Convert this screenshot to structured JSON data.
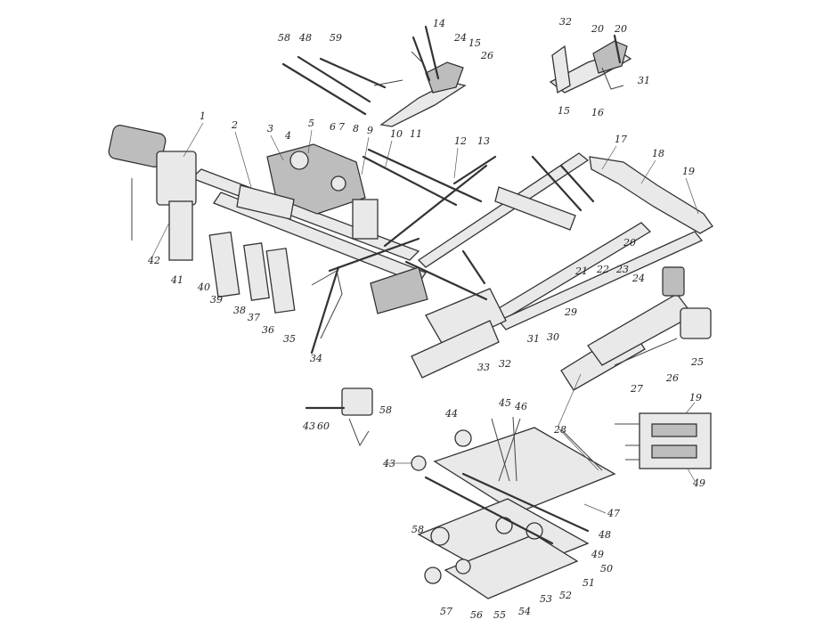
{
  "callouts": [
    {
      "id": "c1",
      "text": "1"
    },
    {
      "id": "c2",
      "text": "2"
    },
    {
      "id": "c3",
      "text": "3"
    },
    {
      "id": "c4",
      "text": "4"
    },
    {
      "id": "c5",
      "text": "5"
    },
    {
      "id": "c6",
      "text": "6"
    },
    {
      "id": "c7",
      "text": "7"
    },
    {
      "id": "c8",
      "text": "8"
    },
    {
      "id": "c9",
      "text": "9"
    },
    {
      "id": "c10",
      "text": "10"
    },
    {
      "id": "c11",
      "text": "11"
    },
    {
      "id": "c12",
      "text": "12"
    },
    {
      "id": "c13",
      "text": "13"
    },
    {
      "id": "c14",
      "text": "14"
    },
    {
      "id": "c15",
      "text": "15"
    },
    {
      "id": "c16",
      "text": "16"
    },
    {
      "id": "c17",
      "text": "17"
    },
    {
      "id": "c18",
      "text": "18"
    },
    {
      "id": "c19",
      "text": "19"
    },
    {
      "id": "c20",
      "text": "20"
    },
    {
      "id": "c21",
      "text": "21"
    },
    {
      "id": "c22",
      "text": "22"
    },
    {
      "id": "c23",
      "text": "23"
    },
    {
      "id": "c24",
      "text": "24"
    },
    {
      "id": "c25",
      "text": "25"
    },
    {
      "id": "c26",
      "text": "26"
    },
    {
      "id": "c27",
      "text": "27"
    },
    {
      "id": "c28",
      "text": "28"
    },
    {
      "id": "c29",
      "text": "29"
    },
    {
      "id": "c30",
      "text": "30"
    },
    {
      "id": "c31",
      "text": "31"
    },
    {
      "id": "c32",
      "text": "32"
    },
    {
      "id": "c33",
      "text": "33"
    },
    {
      "id": "c34",
      "text": "34"
    },
    {
      "id": "c35",
      "text": "35"
    },
    {
      "id": "c36",
      "text": "36"
    },
    {
      "id": "c37",
      "text": "37"
    },
    {
      "id": "c38",
      "text": "38"
    },
    {
      "id": "c39",
      "text": "39"
    },
    {
      "id": "c40",
      "text": "40"
    },
    {
      "id": "c41",
      "text": "41"
    },
    {
      "id": "c42",
      "text": "42"
    },
    {
      "id": "c43",
      "text": "43"
    },
    {
      "id": "c44",
      "text": "44"
    },
    {
      "id": "c45",
      "text": "45"
    },
    {
      "id": "c46",
      "text": "46"
    },
    {
      "id": "c47",
      "text": "47"
    },
    {
      "id": "c48",
      "text": "48"
    },
    {
      "id": "c49",
      "text": "49"
    },
    {
      "id": "c50",
      "text": "50"
    },
    {
      "id": "c51",
      "text": "51"
    },
    {
      "id": "c52",
      "text": "52"
    },
    {
      "id": "c53",
      "text": "53"
    },
    {
      "id": "c54",
      "text": "54"
    },
    {
      "id": "c55",
      "text": "55"
    },
    {
      "id": "c56",
      "text": "56"
    },
    {
      "id": "c57",
      "text": "57"
    },
    {
      "id": "c58",
      "text": "58"
    },
    {
      "id": "c59",
      "text": "59"
    },
    {
      "id": "c60",
      "text": "60"
    }
  ]
}
